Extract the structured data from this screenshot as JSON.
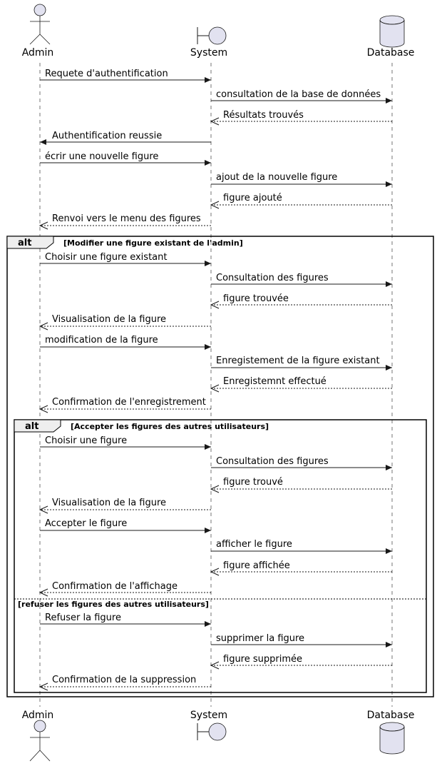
{
  "participants": {
    "admin": "Admin",
    "system": "System",
    "database": "Database"
  },
  "messages": [
    "Requete d'authentification",
    "consultation de la base de données",
    "Résultats trouvés",
    "Authentification reussie",
    "écrir une nouvelle figure",
    "ajout de la nouvelle figure",
    "figure ajouté",
    "Renvoi vers le menu des figures",
    "Choisir une figure existant",
    "Consultation des figures",
    "figure trouvée",
    "Visualisation de la figure",
    "modification de la figure",
    "Enregistement de la figure existant",
    "Enregistemnt effectué",
    "Confirmation de l'enregistrement",
    "Choisir une figure",
    "Consultation des figures",
    "figure trouvé",
    "Visualisation de la figure",
    "Accepter le figure",
    "afficher le figure",
    "figure affichée",
    "Confirmation de l'affichage",
    "Refuser la figure",
    "supprimer la figure",
    "figure supprimée",
    "Confirmation de la suppression"
  ],
  "fragments": {
    "outer_tag": "alt",
    "outer_guard": "[Modifier une figure existant de l'admin]",
    "inner_tag": "alt",
    "inner_guard": "[Accepter les figures des autres utilisateurs]",
    "else_guard": "[refuser les figures des autres utilisateurs]"
  },
  "colors": {
    "participant_fill": "#e2e2f0",
    "line": "#181818"
  }
}
